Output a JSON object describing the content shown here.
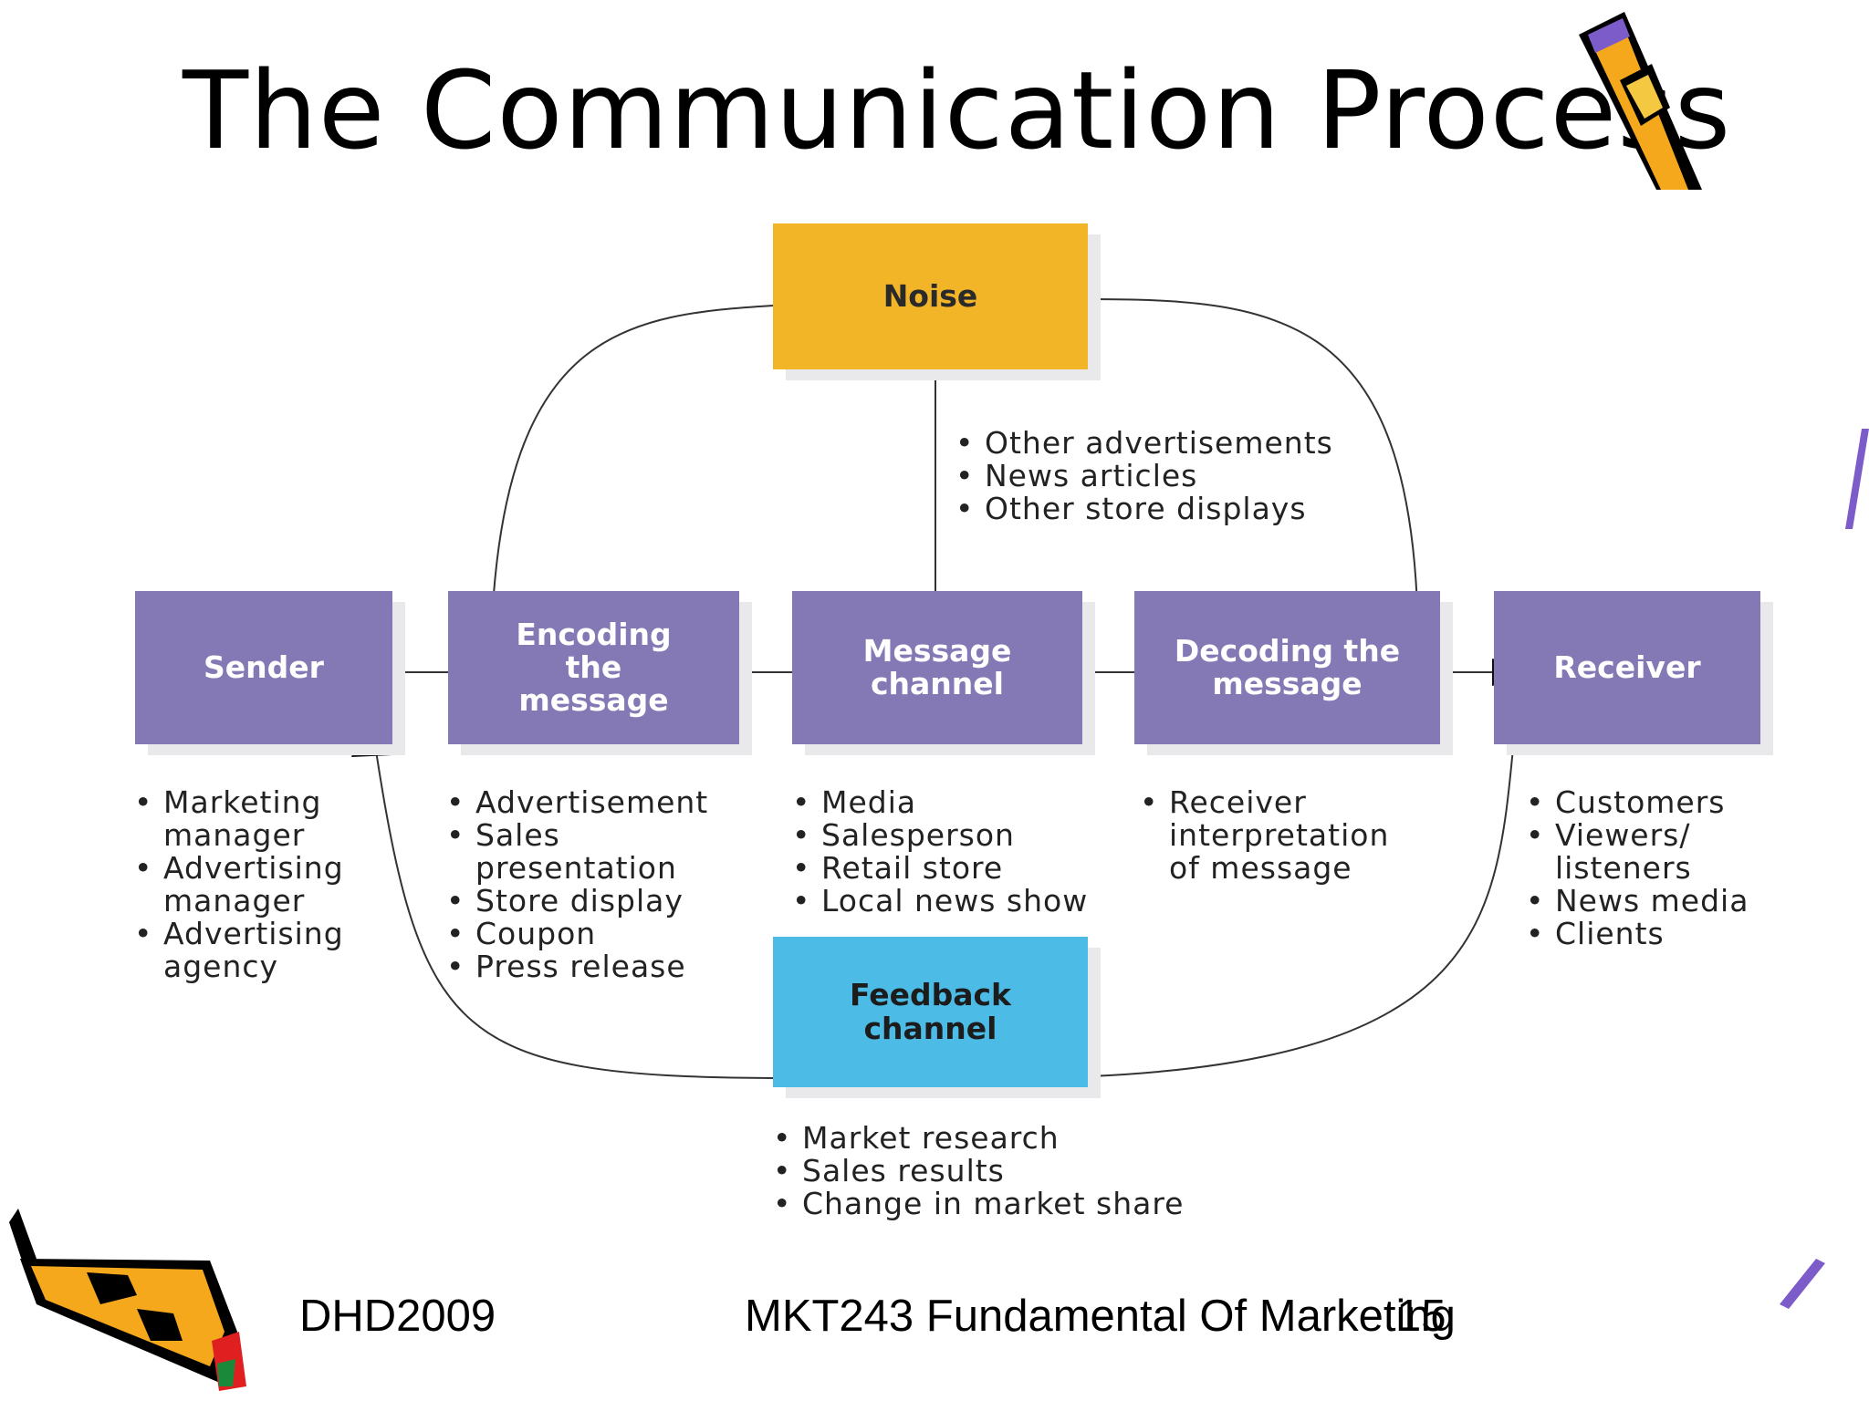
{
  "slide": {
    "title": "The Communication Process",
    "footer_left": "DHD2009",
    "footer_center": "MKT243 Fundamental Of Marketing",
    "page_number": "15"
  },
  "colors": {
    "node": "#8479b5",
    "noise": "#f2b528",
    "feedback": "#4cbce6"
  },
  "icons": [
    "pencil-icon",
    "pencil-icon"
  ],
  "nodes": {
    "noise": "Noise",
    "sender": "Sender",
    "encoding": "Encoding\nthe\nmessage",
    "channel": "Message\nchannel",
    "decoding": "Decoding the\nmessage",
    "receiver": "Receiver",
    "feedback": "Feedback\nchannel"
  },
  "lists": {
    "noise": [
      "Other advertisements",
      "News articles",
      "Other store displays"
    ],
    "sender": [
      "Marketing manager",
      "Advertising manager",
      "Advertising agency"
    ],
    "encoding": [
      "Advertisement",
      "Sales presentation",
      "Store display",
      "Coupon",
      "Press release"
    ],
    "channel": [
      "Media",
      "Salesperson",
      "Retail store",
      "Local news show"
    ],
    "decoding": [
      "Receiver interpretation of message"
    ],
    "receiver": [
      "Customers",
      "Viewers/ listeners",
      "News media",
      "Clients"
    ],
    "feedback": [
      "Market research",
      "Sales results",
      "Change in market share"
    ]
  }
}
